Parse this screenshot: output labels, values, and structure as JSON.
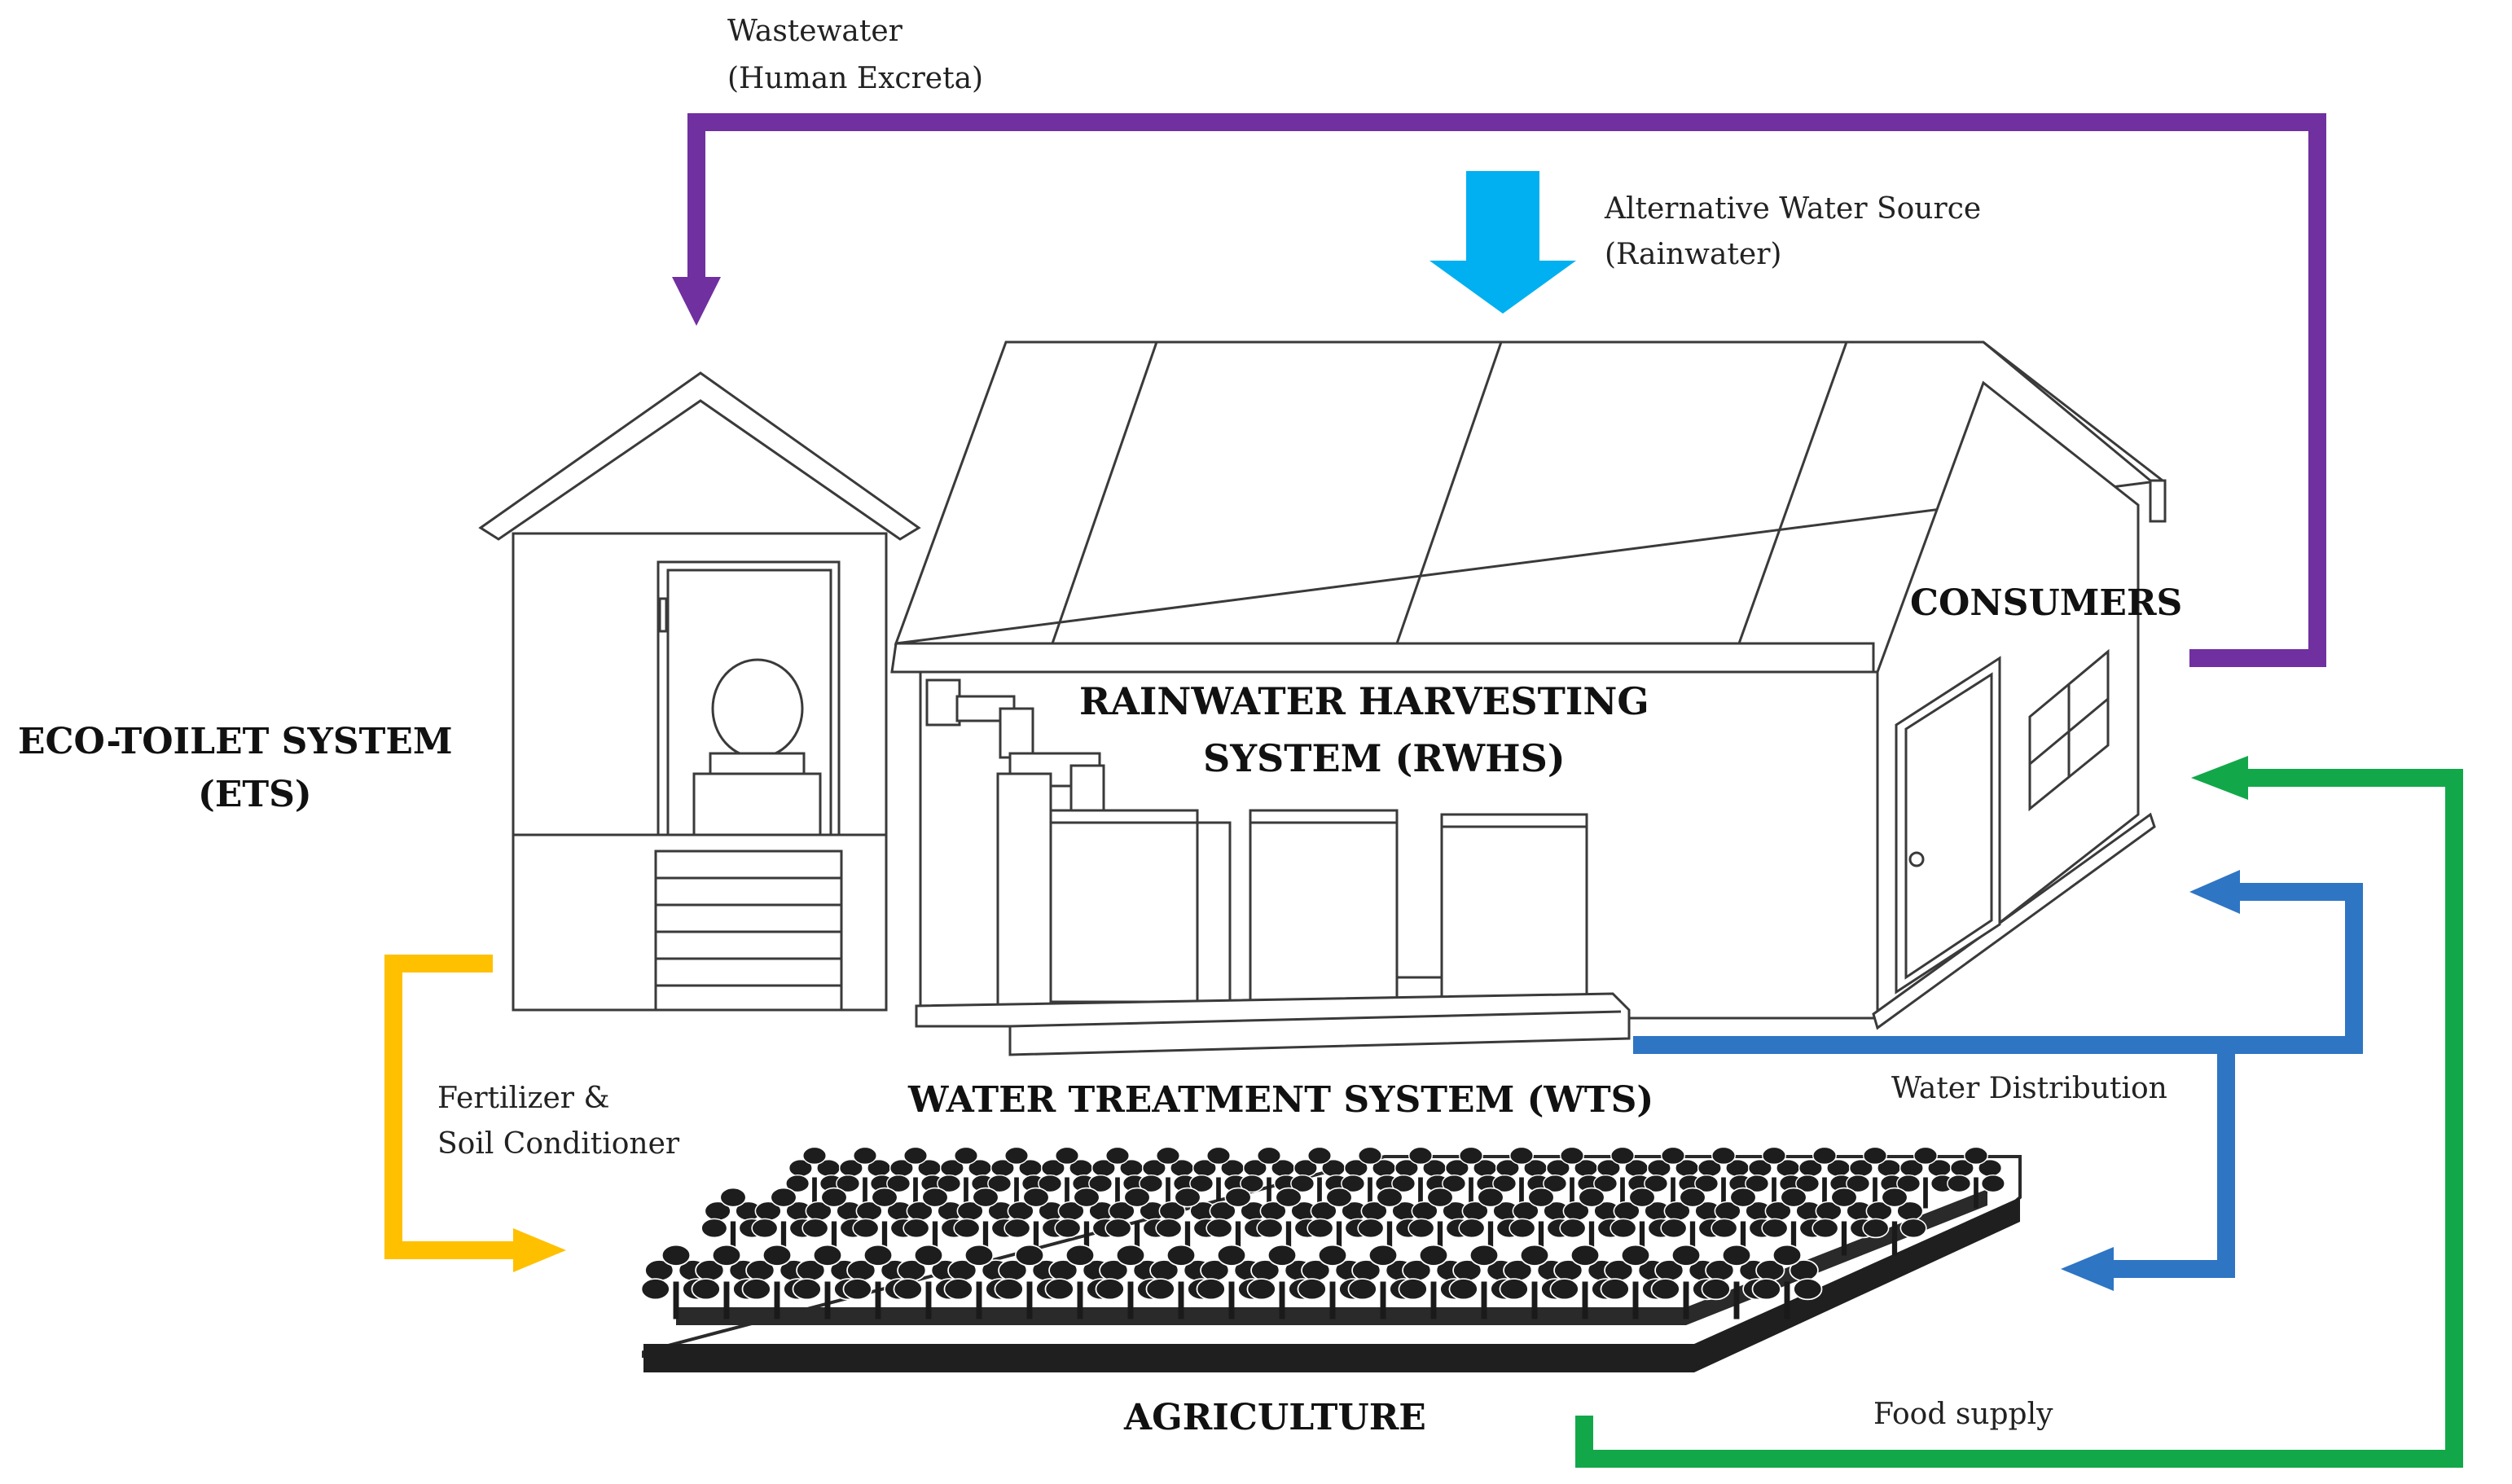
{
  "labels": {
    "wastewater_line1": "Wastewater",
    "wastewater_line2": "(Human Excreta)",
    "alt_water_line1": "Alternative Water Source",
    "alt_water_line2": "(Rainwater)",
    "consumers": "CONSUMERS",
    "eco_toilet_line1": "ECO-TOILET SYSTEM",
    "eco_toilet_line2": "(ETS)",
    "rwhs_line1": "RAINWATER HARVESTING",
    "rwhs_line2": "SYSTEM (RWHS)",
    "wts": "WATER TREATMENT SYSTEM (WTS)",
    "water_distribution": "Water Distribution",
    "fertilizer_line1": "Fertilizer &",
    "fertilizer_line2": "Soil Conditioner",
    "agriculture": "AGRICULTURE",
    "food_supply": "Food supply"
  },
  "colors": {
    "wastewater_arrow": "#7030a0",
    "rainwater_arrow": "#00b0f0",
    "water_distribution_arrow": "#2e75c4",
    "fertilizer_arrow": "#ffc000",
    "food_supply_arrow": "#12a84a",
    "drawing_line": "#3a3a3a"
  },
  "icons": {
    "rainwater": "down-arrow-icon",
    "house": "house-icon",
    "toilet": "toilet-icon",
    "tanks": "water-tank-icon",
    "crops": "crop-plant-icon"
  }
}
